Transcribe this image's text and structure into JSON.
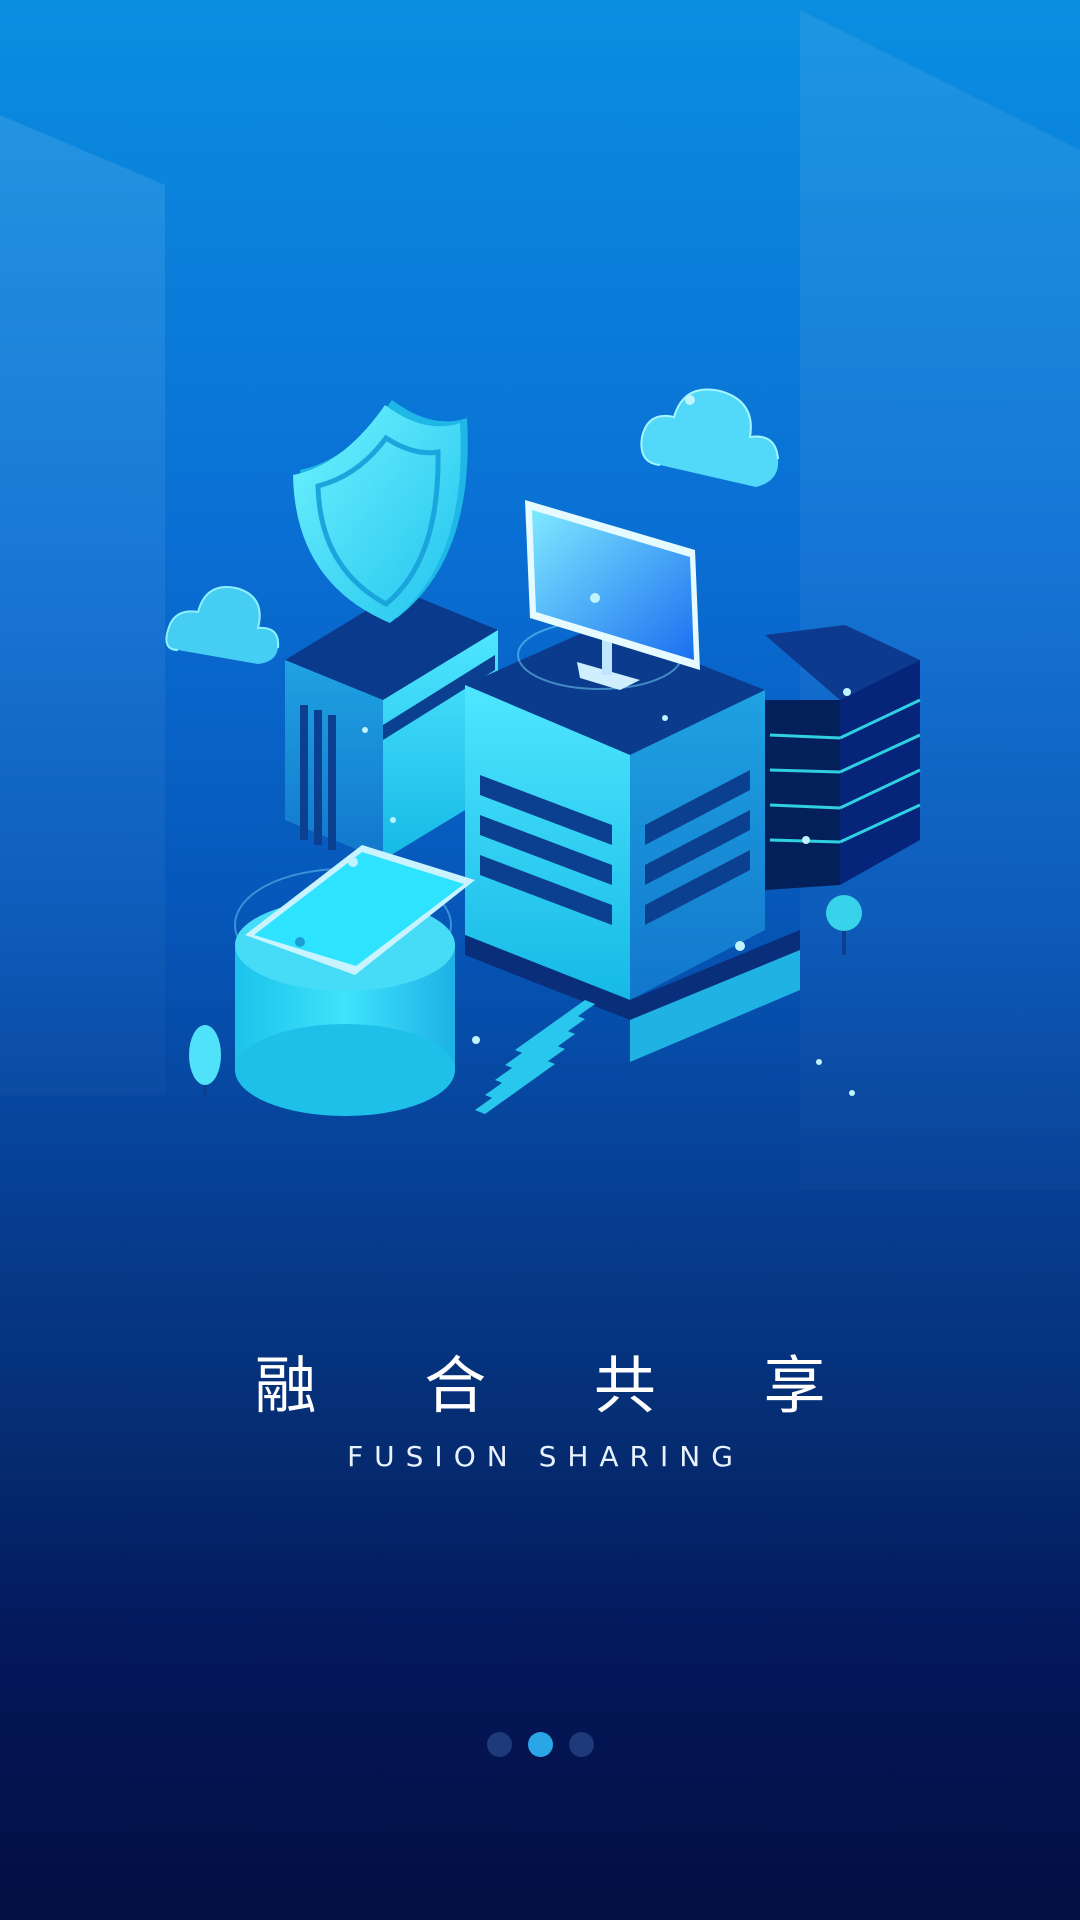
{
  "onboarding": {
    "title_cn": "融 合 共 享",
    "title_en": "FUSION SHARING",
    "pager": {
      "total": 3,
      "active_index": 1
    }
  },
  "colors": {
    "bg_top": "#0a8ee0",
    "bg_bottom": "#030f42",
    "accent": "#2aa5e6",
    "dot_inactive": "#1e3a78",
    "text": "#ffffff"
  },
  "illustration": {
    "elements": [
      "shield-icon",
      "cloud-icon",
      "monitor-icon",
      "server-rack-icon",
      "building-icon",
      "tablet-icon",
      "tree-icon",
      "stairs-icon"
    ]
  }
}
